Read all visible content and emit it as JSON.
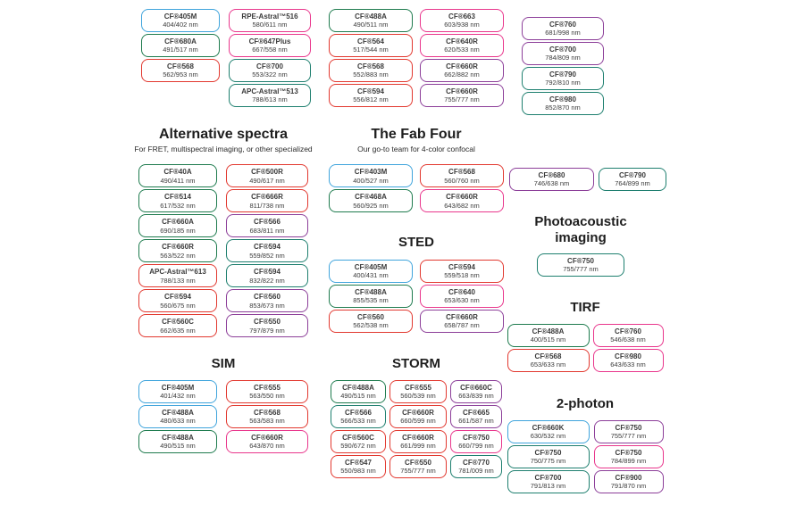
{
  "palette": {
    "blue": "#3fa4dc",
    "green": "#1e7b4e",
    "teal": "#1e7f6f",
    "red": "#e2382f",
    "pink": "#e9368c",
    "purple": "#8c3e99"
  },
  "chart_data": {
    "type": "table",
    "value_format": "nm",
    "top_columns": [
      [
        {
          "name": "CF®405M",
          "value": "404/402 nm",
          "color": "blue"
        },
        {
          "name": "CF®680A",
          "value": "491/517 nm",
          "color": "green"
        },
        {
          "name": "CF®568",
          "value": "562/953 nm",
          "color": "red"
        }
      ],
      [
        {
          "name": "RPE-Astral™516",
          "value": "580/611 nm",
          "color": "pink"
        },
        {
          "name": "CF®647Plus",
          "value": "667/558 nm",
          "color": "pink"
        },
        {
          "name": "CF®700",
          "value": "553/322 nm",
          "color": "teal"
        },
        {
          "name": "APC-Astral™513",
          "value": "788/613 nm",
          "color": "teal"
        }
      ],
      [
        {
          "name": "CF®488A",
          "value": "490/511 nm",
          "color": "green"
        },
        {
          "name": "CF®564",
          "value": "517/544 nm",
          "color": "red"
        },
        {
          "name": "CF®568",
          "value": "552/883 nm",
          "color": "red"
        },
        {
          "name": "CF®594",
          "value": "556/812 nm",
          "color": "red"
        }
      ],
      [
        {
          "name": "CF®663",
          "value": "603/938 nm",
          "color": "pink"
        },
        {
          "name": "CF®640R",
          "value": "620/533 nm",
          "color": "pink"
        },
        {
          "name": "CF®660R",
          "value": "662/882 nm",
          "color": "purple"
        },
        {
          "name": "CF®660R",
          "value": "755/777 nm",
          "color": "purple"
        }
      ],
      [
        {
          "name": "CF®760",
          "value": "681/998 nm",
          "color": "purple"
        },
        {
          "name": "CF®700",
          "value": "784/809 nm",
          "color": "purple"
        },
        {
          "name": "CF®790",
          "value": "792/810 nm",
          "color": "teal"
        },
        {
          "name": "CF®980",
          "value": "852/870 nm",
          "color": "teal"
        }
      ]
    ],
    "sections": {
      "alternative_spectra": {
        "title": "Alternative spectra",
        "subtitle": "For FRET, multispectral imaging, or other specialized",
        "columns": [
          [
            {
              "name": "CF®40A",
              "value": "490/411 nm",
              "color": "green"
            },
            {
              "name": "CF®514",
              "value": "617/532 nm",
              "color": "green"
            },
            {
              "name": "CF®660A",
              "value": "690/185 nm",
              "color": "green"
            },
            {
              "name": "CF®660R",
              "value": "563/522 nm",
              "color": "green"
            },
            {
              "name": "APC-Astral™613",
              "value": "788/133 nm",
              "color": "red"
            },
            {
              "name": "CF®594",
              "value": "560/675 nm",
              "color": "red"
            },
            {
              "name": "CF®560C",
              "value": "662/635 nm",
              "color": "red"
            }
          ],
          [
            {
              "name": "CF®500R",
              "value": "490/617 nm",
              "color": "red"
            },
            {
              "name": "CF®666R",
              "value": "811/738 nm",
              "color": "red"
            },
            {
              "name": "CF®566",
              "value": "683/811 nm",
              "color": "purple"
            },
            {
              "name": "CF®594",
              "value": "559/852 nm",
              "color": "teal"
            },
            {
              "name": "CF®594",
              "value": "832/822 nm",
              "color": "teal"
            },
            {
              "name": "CF®560",
              "value": "853/673 nm",
              "color": "purple"
            },
            {
              "name": "CF®550",
              "value": "797/879 nm",
              "color": "purple"
            }
          ]
        ]
      },
      "fab_four": {
        "title": "The Fab Four",
        "subtitle": "Our go-to team for 4-color confocal",
        "columns": [
          [
            {
              "name": "CF®403M",
              "value": "400/527 nm",
              "color": "blue"
            },
            {
              "name": "CF®468A",
              "value": "560/925 nm",
              "color": "green"
            }
          ],
          [
            {
              "name": "CF®568",
              "value": "560/760 nm",
              "color": "red"
            },
            {
              "name": "CF®660R",
              "value": "643/682 nm",
              "color": "pink"
            }
          ]
        ]
      },
      "sted": {
        "title": "STED",
        "columns": [
          [
            {
              "name": "CF®405M",
              "value": "400/431 nm",
              "color": "blue"
            },
            {
              "name": "CF®488A",
              "value": "855/535 nm",
              "color": "green"
            },
            {
              "name": "CF®560",
              "value": "562/538 nm",
              "color": "red"
            }
          ],
          [
            {
              "name": "CF®594",
              "value": "559/518 nm",
              "color": "red"
            },
            {
              "name": "CF®640",
              "value": "653/630 nm",
              "color": "pink"
            },
            {
              "name": "CF®660R",
              "value": "658/787 nm",
              "color": "purple"
            }
          ]
        ]
      },
      "near_infrared": {
        "columns": [
          [
            {
              "name": "CF®680",
              "value": "746/638 nm",
              "color": "purple"
            }
          ],
          [
            {
              "name": "CF®790",
              "value": "764/899 nm",
              "color": "teal"
            }
          ]
        ]
      },
      "photoacoustic": {
        "title": "Photoacoustic imaging",
        "columns": [
          [
            {
              "name": "CF®750",
              "value": "755/777 nm",
              "color": "teal"
            }
          ]
        ]
      },
      "tirf": {
        "title": "TIRF",
        "columns": [
          [
            {
              "name": "CF®488A",
              "value": "400/515 nm",
              "color": "green"
            },
            {
              "name": "CF®568",
              "value": "653/633 nm",
              "color": "red"
            }
          ],
          [
            {
              "name": "CF®760",
              "value": "546/638 nm",
              "color": "pink"
            },
            {
              "name": "CF®980",
              "value": "643/633 nm",
              "color": "pink"
            }
          ]
        ]
      },
      "sim": {
        "title": "SIM",
        "columns": [
          [
            {
              "name": "CF®405M",
              "value": "401/432 nm",
              "color": "blue"
            },
            {
              "name": "CF®488A",
              "value": "480/633 nm",
              "color": "blue"
            },
            {
              "name": "CF®488A",
              "value": "490/515 nm",
              "color": "green"
            }
          ],
          [
            {
              "name": "CF®555",
              "value": "563/550 nm",
              "color": "red"
            },
            {
              "name": "CF®568",
              "value": "563/583 nm",
              "color": "red"
            },
            {
              "name": "CF®660R",
              "value": "643/870 nm",
              "color": "pink"
            }
          ]
        ]
      },
      "storm": {
        "title": "STORM",
        "columns": [
          [
            {
              "name": "CF®488A",
              "value": "490/515 nm",
              "color": "green"
            },
            {
              "name": "CF®566",
              "value": "566/533 nm",
              "color": "teal"
            },
            {
              "name": "CF®560C",
              "value": "590/672 nm",
              "color": "red"
            },
            {
              "name": "CF®547",
              "value": "550/983 nm",
              "color": "red"
            }
          ],
          [
            {
              "name": "CF®555",
              "value": "560/539 nm",
              "color": "red"
            },
            {
              "name": "CF®660R",
              "value": "660/599 nm",
              "color": "red"
            },
            {
              "name": "CF®660R",
              "value": "661/999 nm",
              "color": "red"
            },
            {
              "name": "CF®550",
              "value": "755/777 nm",
              "color": "red"
            }
          ],
          [
            {
              "name": "CF®660C",
              "value": "663/839 nm",
              "color": "purple"
            },
            {
              "name": "CF®665",
              "value": "661/587 nm",
              "color": "purple"
            },
            {
              "name": "CF®750",
              "value": "660/799 nm",
              "color": "pink"
            },
            {
              "name": "CF®770",
              "value": "781/009 nm",
              "color": "teal"
            }
          ]
        ]
      },
      "two_photon": {
        "title": "2-photon",
        "columns": [
          [
            {
              "name": "CF®660K",
              "value": "630/532 nm",
              "color": "blue"
            },
            {
              "name": "CF®750",
              "value": "750/775 nm",
              "color": "teal"
            },
            {
              "name": "CF®700",
              "value": "791/813 nm",
              "color": "teal"
            }
          ],
          [
            {
              "name": "CF®750",
              "value": "755/777 nm",
              "color": "purple"
            },
            {
              "name": "CF®750",
              "value": "784/899 nm",
              "color": "pink"
            },
            {
              "name": "CF®900",
              "value": "791/870 nm",
              "color": "purple"
            }
          ]
        ]
      }
    }
  }
}
